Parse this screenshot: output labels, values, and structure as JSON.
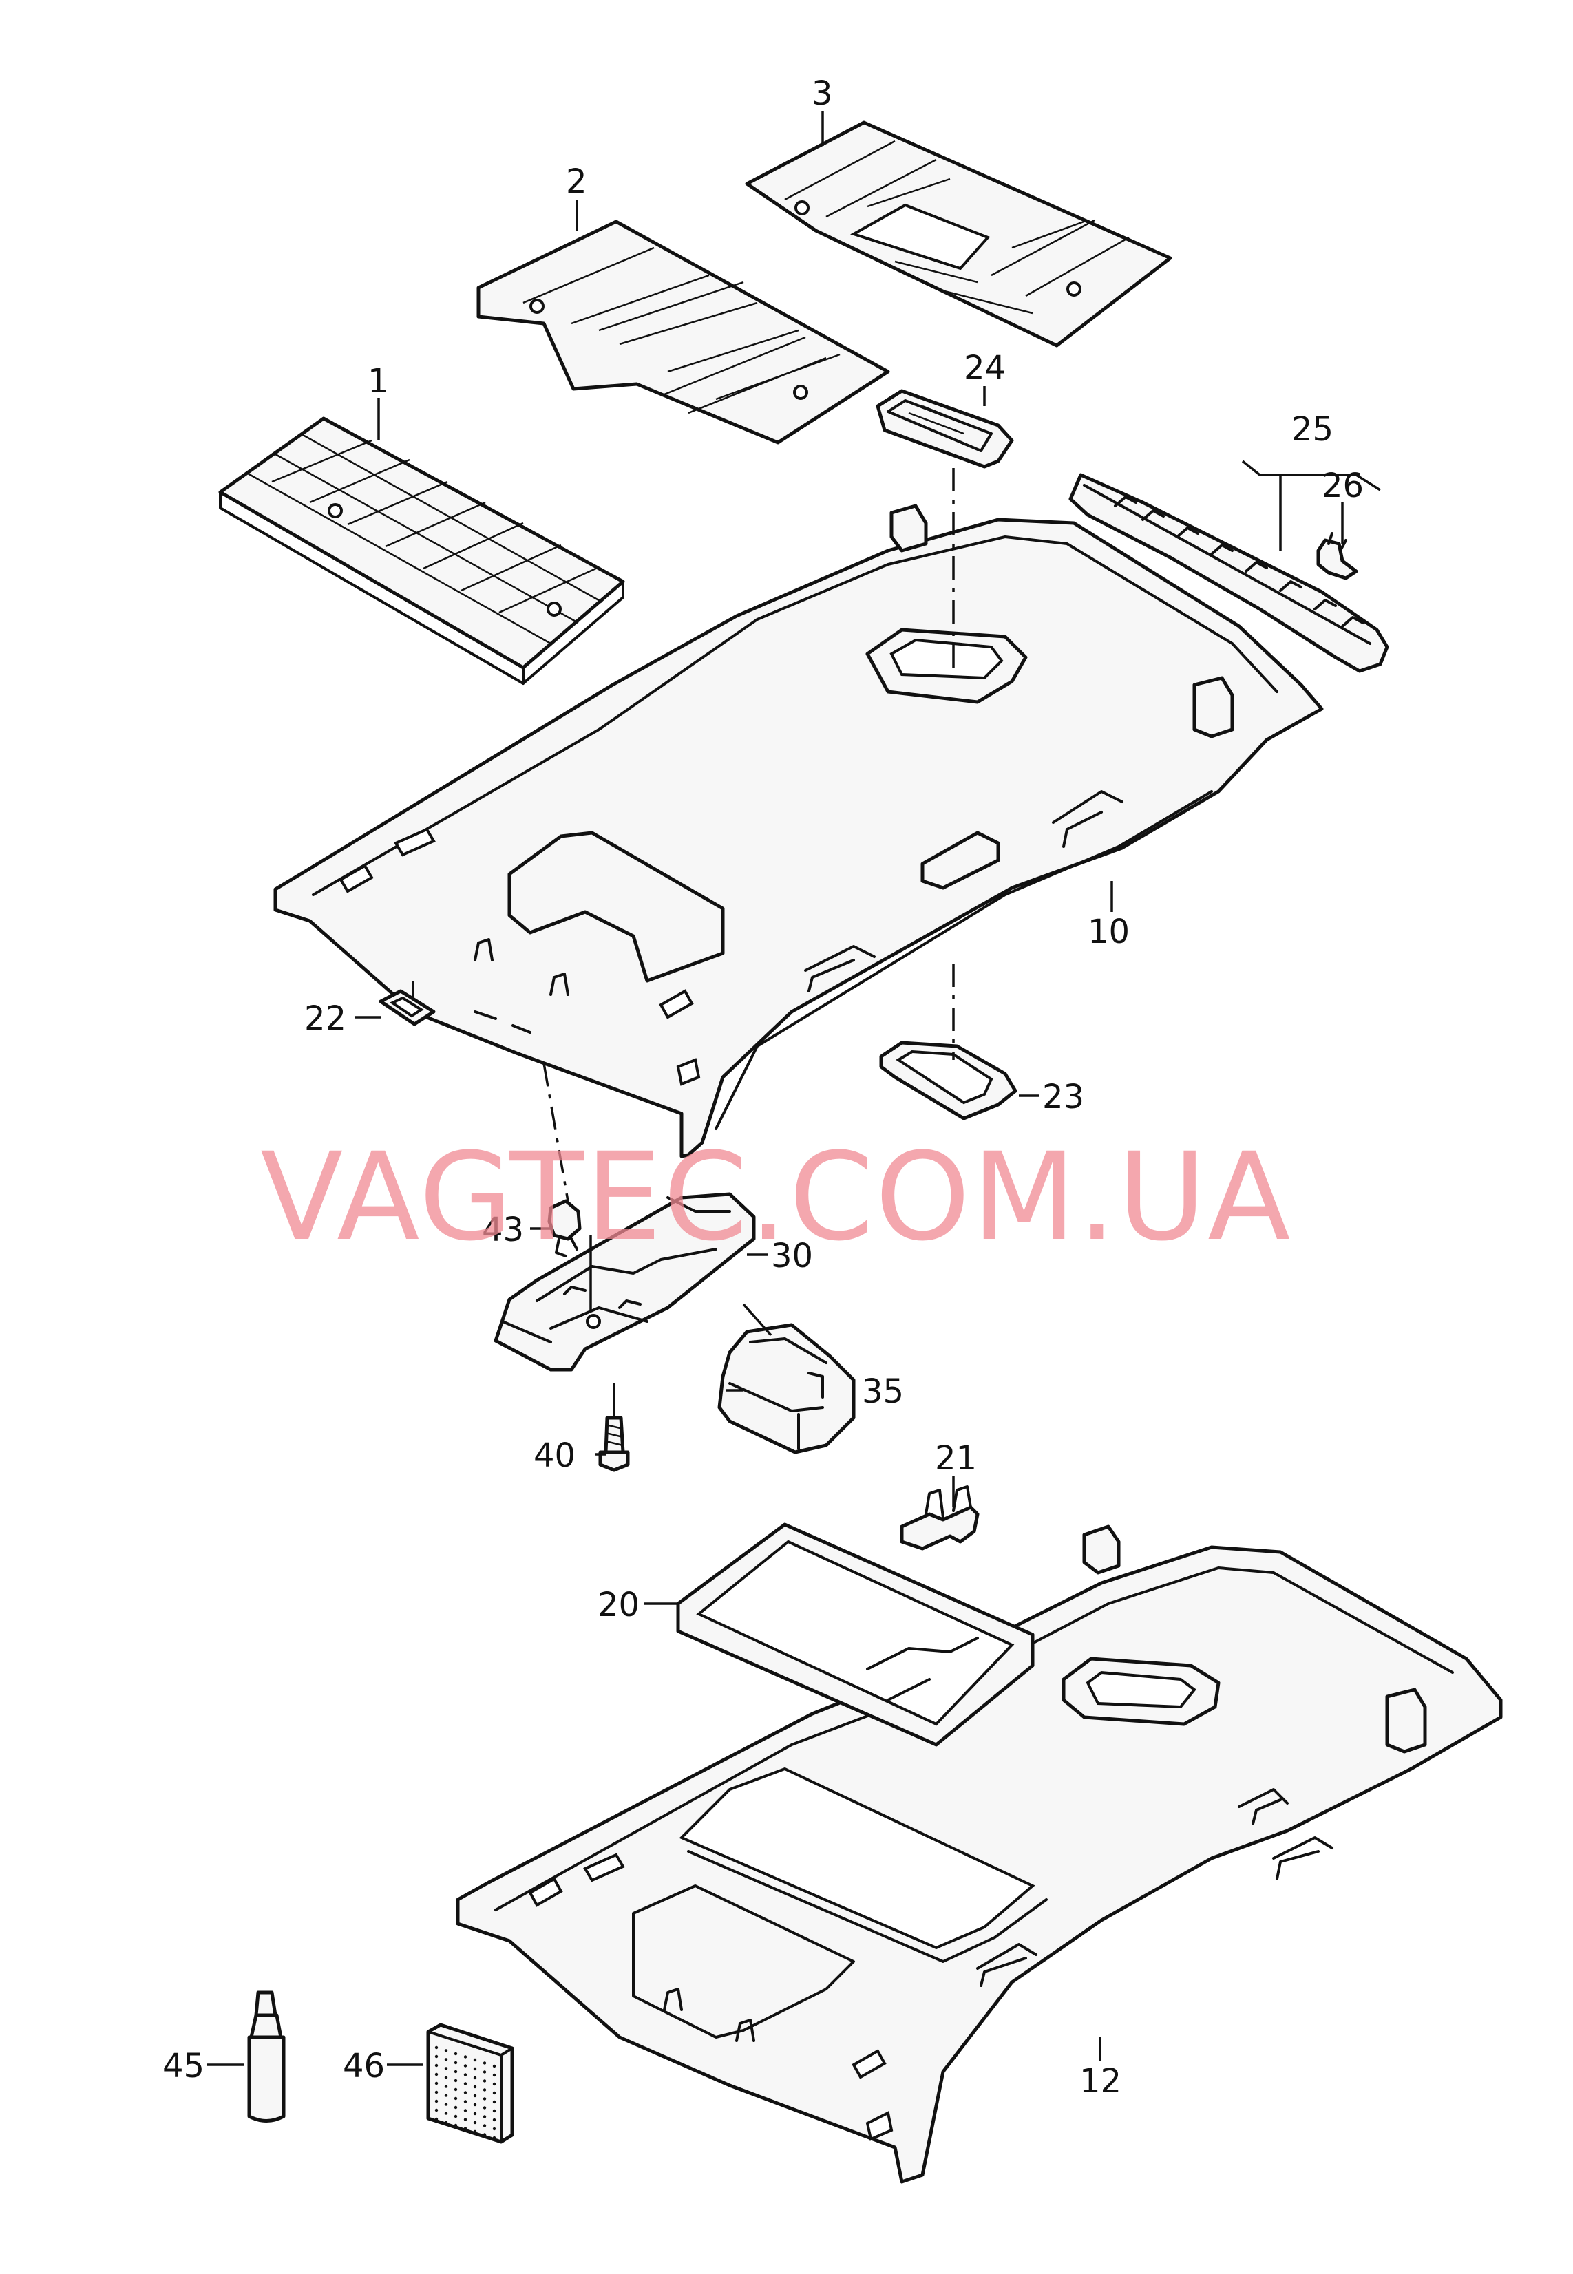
{
  "watermark": "VAGTEC.COM.UA",
  "accent_color": "#f08a93",
  "callouts": {
    "c1": "1",
    "c2": "2",
    "c3": "3",
    "c10": "10",
    "c12": "12",
    "c20": "20",
    "c21": "21",
    "c22": "22",
    "c23": "23",
    "c24": "24",
    "c25": "25",
    "c26": "26",
    "c30": "30",
    "c35": "35",
    "c40": "40",
    "c43": "43",
    "c45": "45",
    "c46": "46"
  }
}
